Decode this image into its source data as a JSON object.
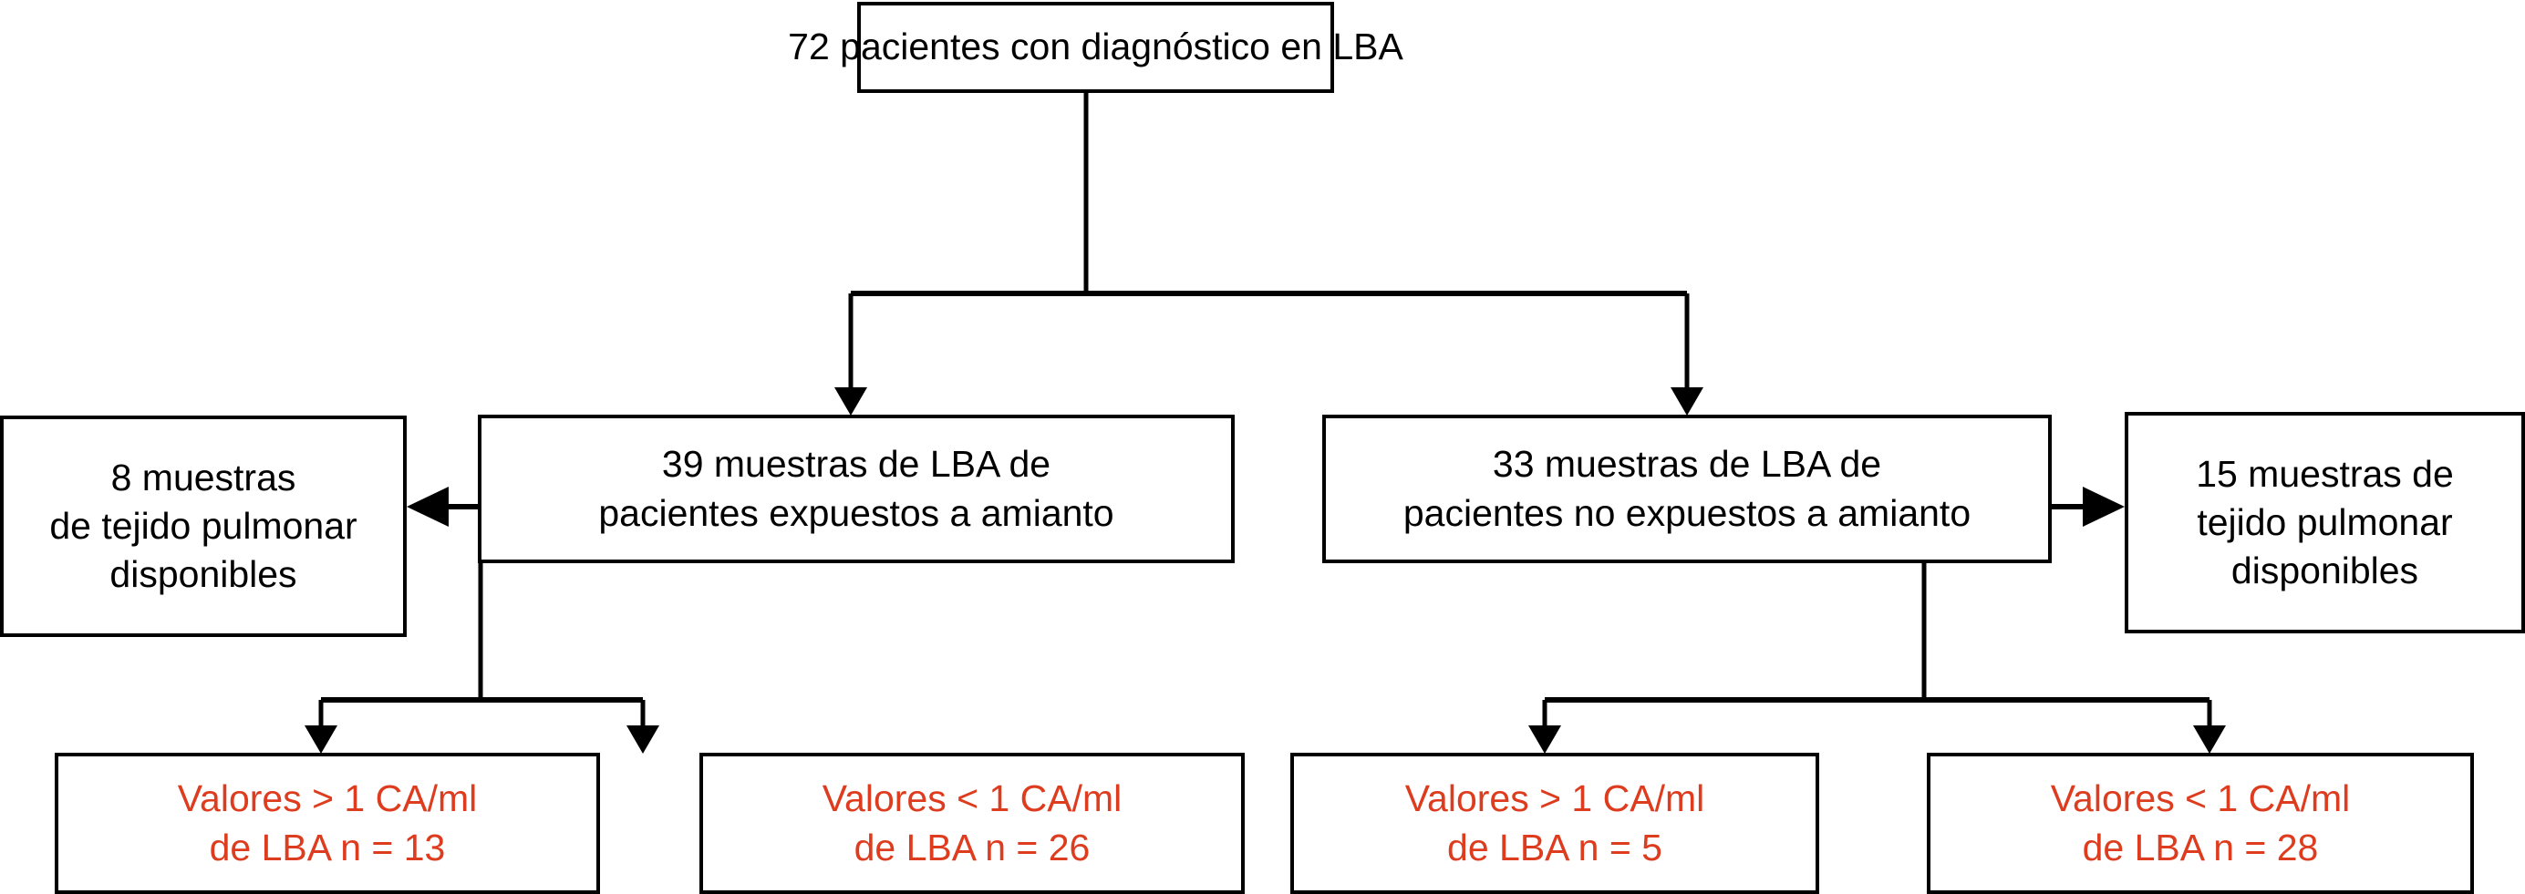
{
  "diagram": {
    "title": "Diagrama de flujo de pacientes con diagnostico en LBA",
    "colors": {
      "box_border": "#000000",
      "connector": "#000000",
      "background": "#ffffff",
      "text": "#000000",
      "leaf_text": "#DE3C1E"
    },
    "nodes": {
      "root": {
        "id": "root",
        "lines": [
          "72 pacientes con diagnóstico en LBA"
        ],
        "line1": "72 pacientes con diagnóstico en LBA"
      },
      "mid_left": {
        "id": "mid-left",
        "line1": "39 muestras de LBA de",
        "line2": "pacientes expuestos a amianto"
      },
      "mid_right": {
        "id": "mid-right",
        "line1": "33 muestras de LBA de",
        "line2": "pacientes no expuestos a amianto"
      },
      "side_left": {
        "id": "side-left",
        "line1": "8 muestras",
        "line2": "de tejido pulmonar",
        "line3": "disponibles"
      },
      "side_right": {
        "id": "side-right",
        "line1": "15 muestras de",
        "line2": "tejido pulmonar",
        "line3": "disponibles"
      },
      "leaf_1": {
        "id": "leaf-exposed-high",
        "line1": "Valores > 1 CA/ml",
        "line2": "de LBA n = 13"
      },
      "leaf_2": {
        "id": "leaf-exposed-low",
        "line1": "Valores < 1 CA/ml",
        "line2": "de LBA n = 26"
      },
      "leaf_3": {
        "id": "leaf-unexposed-high",
        "line1": "Valores > 1 CA/ml",
        "line2": "de LBA n = 5"
      },
      "leaf_4": {
        "id": "leaf-unexposed-low",
        "line1": "Valores < 1 CA/ml",
        "line2": "de LBA n = 28"
      }
    },
    "edges": [
      {
        "from": "root",
        "to": "mid_left",
        "style": "elbow-down",
        "arrow": "down"
      },
      {
        "from": "root",
        "to": "mid_right",
        "style": "elbow-down",
        "arrow": "down"
      },
      {
        "from": "mid_left",
        "to": "side_left",
        "style": "straight-horizontal",
        "arrow": "left"
      },
      {
        "from": "mid_right",
        "to": "side_right",
        "style": "straight-horizontal",
        "arrow": "right"
      },
      {
        "from": "mid_left",
        "to": "leaf_1",
        "style": "elbow-down",
        "arrow": "down"
      },
      {
        "from": "mid_left",
        "to": "leaf_2",
        "style": "elbow-down",
        "arrow": "down"
      },
      {
        "from": "mid_right",
        "to": "leaf_3",
        "style": "elbow-down",
        "arrow": "down"
      },
      {
        "from": "mid_right",
        "to": "leaf_4",
        "style": "elbow-down",
        "arrow": "down"
      }
    ]
  }
}
